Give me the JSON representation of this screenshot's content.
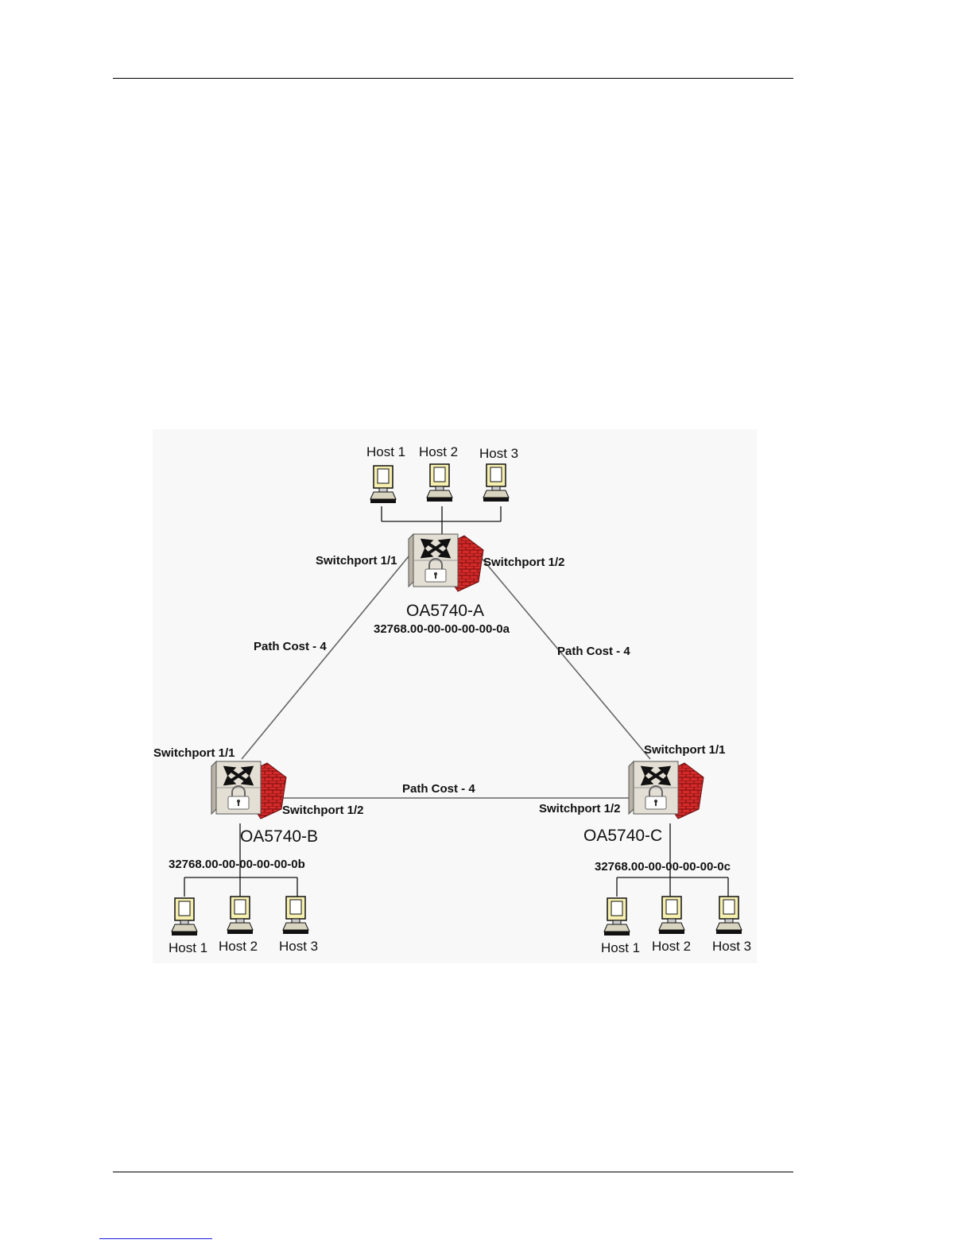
{
  "diagram": {
    "switches": [
      {
        "key": "A",
        "name": "OA5740-A",
        "bridge_id": "32768.00-00-00-00-00-0a",
        "port_1": "Switchport 1/1",
        "port_2": "Switchport 1/2"
      },
      {
        "key": "B",
        "name": "OA5740-B",
        "bridge_id": "32768.00-00-00-00-00-0b",
        "port_1": "Switchport 1/1",
        "port_2": "Switchport 1/2"
      },
      {
        "key": "C",
        "name": "OA5740-C",
        "bridge_id": "32768.00-00-00-00-00-0c",
        "port_1": "Switchport 1/1",
        "port_2": "Switchport 1/2"
      }
    ],
    "links": [
      {
        "from": "A",
        "to": "B",
        "label": "Path Cost - 4"
      },
      {
        "from": "A",
        "to": "C",
        "label": "Path Cost - 4"
      },
      {
        "from": "B",
        "to": "C",
        "label": "Path Cost - 4"
      }
    ],
    "host_groups": {
      "A": [
        "Host 1",
        "Host 2",
        "Host 3"
      ],
      "B": [
        "Host 1",
        "Host 2",
        "Host 3"
      ],
      "C": [
        "Host 1",
        "Host 2",
        "Host 3"
      ]
    },
    "colors": {
      "switch_body": "#e4dfd4",
      "firewall_brick": "#d42a2a",
      "host_screen": "#f6f0b0",
      "link_line": "#666666"
    },
    "icons": {
      "switch": "firewall-switch-icon",
      "host": "desktop-computer-icon"
    }
  }
}
